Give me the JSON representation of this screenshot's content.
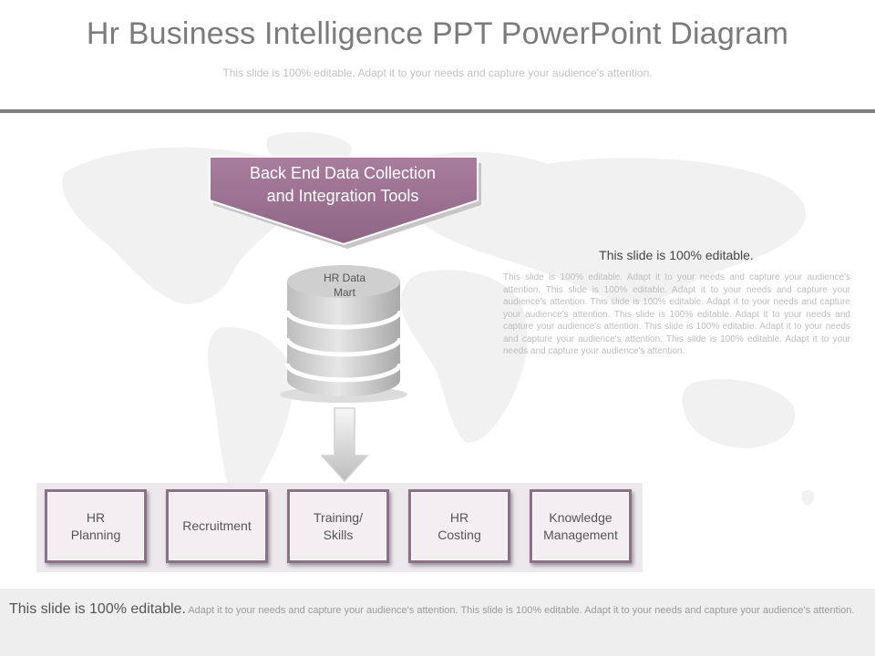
{
  "header": {
    "title": "Hr Business Intelligence PPT PowerPoint Diagram",
    "subtitle": "This slide is 100% editable. Adapt it to your needs and capture your audience's attention."
  },
  "diagram": {
    "banner_line1": "Back End Data Collection",
    "banner_line2": "and Integration Tools",
    "database_label": "HR Data\nMart",
    "modules": [
      {
        "label": "HR\nPlanning"
      },
      {
        "label": "Recruitment"
      },
      {
        "label": "Training/\nSkills"
      },
      {
        "label": "HR\nCosting"
      },
      {
        "label": "Knowledge\nManagement"
      }
    ]
  },
  "side_text": {
    "heading": "This slide is 100% editable.",
    "body": "This slide is 100% editable. Adapt it to your needs and capture your audience's attention. This slide is 100% editable. Adapt it to your needs and capture your audience's attention. This slide is 100% editable. Adapt it to your needs and capture your audience's attention. This slide is 100% editable. Adapt it to your needs and capture your audience's attention. This slide is 100% editable. Adapt it to your needs and capture your audience's attention. This slide is 100% editable. Adapt it to your needs and capture your audience's attention."
  },
  "footer": {
    "lead": "This slide is 100% editable.",
    "text": "Adapt it to your needs and capture your audience's attention. This slide is 100% editable. Adapt it to your needs and capture your audience's attention."
  },
  "colors": {
    "banner": "#9b7090",
    "box_border": "#8c6f88",
    "box_fill": "#f4eef3",
    "panel": "#ece8ec",
    "rule": "#7f7f7f",
    "footer_bg": "#eeeeee"
  }
}
